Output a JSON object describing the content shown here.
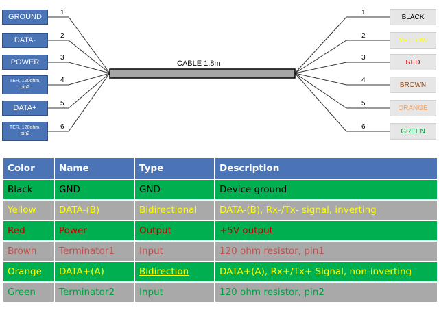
{
  "diagram": {
    "cable_label": "CABLE 1.8m",
    "left_wires": [
      {
        "num": "1",
        "label_lines": [
          "GROUND"
        ]
      },
      {
        "num": "2",
        "label_lines": [
          "DATA-"
        ]
      },
      {
        "num": "3",
        "label_lines": [
          "POWER"
        ]
      },
      {
        "num": "4",
        "label_lines": [
          "TER, 120ohm,",
          "pin2"
        ]
      },
      {
        "num": "5",
        "label_lines": [
          "DATA+"
        ]
      },
      {
        "num": "6",
        "label_lines": [
          "TER, 120ohm,",
          "pin2"
        ]
      }
    ],
    "right_wires": [
      {
        "num": "1",
        "label": "BLACK",
        "color": "#000000"
      },
      {
        "num": "2",
        "label": "YELLOW",
        "color": "#ffff00"
      },
      {
        "num": "3",
        "label": "RED",
        "color": "#c00000"
      },
      {
        "num": "4",
        "label": "BROWN",
        "color": "#8b4513"
      },
      {
        "num": "5",
        "label": "ORANGE",
        "color": "#f4a460"
      },
      {
        "num": "6",
        "label": "GREEN",
        "color": "#00a040"
      }
    ]
  },
  "table": {
    "headers": [
      "Color",
      "Name",
      "Type",
      "Description"
    ],
    "header_bg": "#4a74b6",
    "rows": [
      {
        "cells": [
          "Black",
          "GND",
          "GND",
          "Device ground"
        ],
        "text_color": "#000000",
        "bg": "#00b050"
      },
      {
        "cells": [
          "Yellow",
          "DATA-(B)",
          "Bidirectional",
          "DATA-(B), Rx-/Tx- signal, inverting"
        ],
        "text_color": "#ffff00",
        "bg": "#a9a9a9"
      },
      {
        "cells": [
          "Red",
          "Power",
          "Output",
          "+5V output"
        ],
        "text_color": "#c00000",
        "bg": "#00b050"
      },
      {
        "cells": [
          "Brown",
          "Terminator1",
          "Input",
          "120 ohm resistor, pin1"
        ],
        "text_color": "#c0504d",
        "bg": "#a9a9a9"
      },
      {
        "cells": [
          "Orange",
          "DATA+(A)",
          "Bidirection",
          "DATA+(A), Rx+/Tx+ Signal, non-inverting"
        ],
        "text_color": "#ffff00",
        "bg": "#00b050"
      },
      {
        "cells": [
          "Green",
          "Terminator2",
          "Input",
          "120 ohm resistor, pin2"
        ],
        "text_color": "#00a040",
        "bg": "#a9a9a9"
      }
    ]
  }
}
